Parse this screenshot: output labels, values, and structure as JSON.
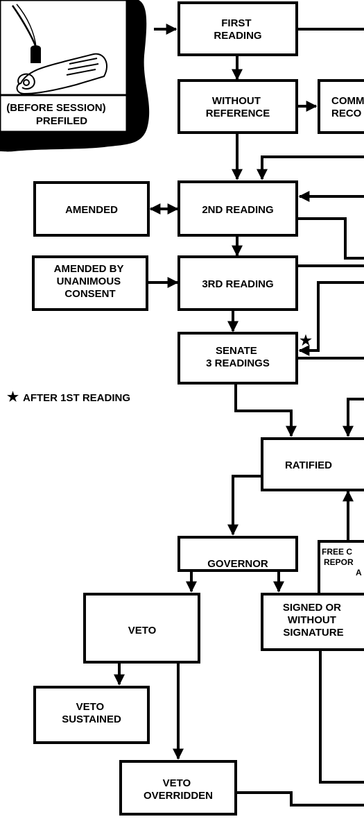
{
  "nodes": {
    "prefiled": [
      "(BEFORE SESSION)",
      "PREFILED"
    ],
    "first_reading": [
      "FIRST",
      "READING"
    ],
    "without_reference": [
      "WITHOUT",
      "REFERENCE"
    ],
    "committee": [
      "COMM",
      "RECO"
    ],
    "amended": [
      "AMENDED"
    ],
    "second_reading": [
      "2ND READING"
    ],
    "amended_unanimous": [
      "AMENDED BY",
      "UNANIMOUS",
      "CONSENT"
    ],
    "third_reading": [
      "3RD READING"
    ],
    "senate": [
      "SENATE",
      "3 READINGS"
    ],
    "ratified": [
      "RATIFIED"
    ],
    "free_conference": [
      "FREE C",
      "REPOR",
      "A"
    ],
    "governor": [
      "GOVERNOR"
    ],
    "veto": [
      "VETO"
    ],
    "signed": [
      "SIGNED OR",
      "WITHOUT",
      "SIGNATURE"
    ],
    "veto_sustained": [
      "VETO",
      "SUSTAINED"
    ],
    "veto_overridden": [
      "VETO",
      "OVERRIDDEN"
    ]
  },
  "footnote": "AFTER 1ST READING",
  "footnote_symbol": "★"
}
